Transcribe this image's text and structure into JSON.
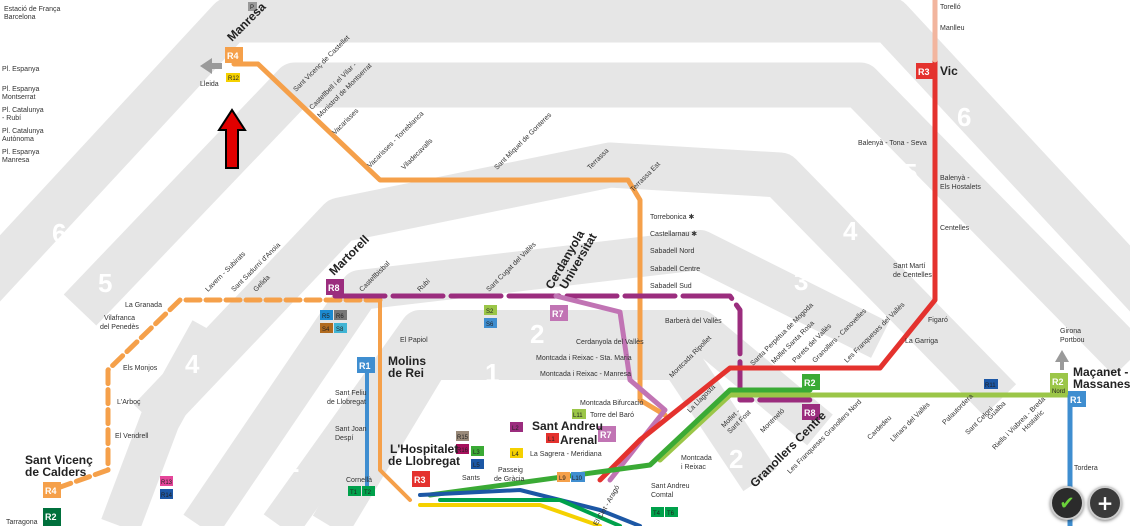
{
  "zones": [
    "6",
    "5",
    "4",
    "3a",
    "3",
    "2",
    "1",
    "4",
    "5",
    "6",
    "4",
    "5",
    "6",
    "3",
    "2",
    "4",
    "3",
    "2"
  ],
  "stations": {
    "manresa": "Manresa",
    "lleida": "Lleida",
    "vic": "Vic",
    "torello": "Torelló",
    "manlleu": "Manlleu",
    "balenya_tona": "Balenyà - Tona - Seva",
    "balenya_host": "Balenyà -",
    "els_hostalets": "Els Hostalets",
    "centelles": "Centelles",
    "sant_marti": "Sant Martí",
    "de_centelles": "de Centelles",
    "figaro": "Figaró",
    "garriga": "La Garriga",
    "sant_vicenc_castellet": "Sant Vicenç de Castellet",
    "castellbell": "Castellbell i el Vilar -",
    "monistrol": "Monistrol de Montserrat",
    "vacarisses": "Vacarisses",
    "vacarisses_torre": "Vacarisses - Torreblanca",
    "viladecavalls": "Viladecavalls",
    "sant_miquel": "Sant Miquel de Gonteres",
    "terrassa": "Terrassa",
    "terrassa_est": "Terrassa Est",
    "torrebonica": "Torrebonica ✱",
    "castellarnau": "Castellarnau ✱",
    "sabadell_nord": "Sabadell Nord",
    "sabadell_centre": "Sabadell Centre",
    "sabadell_sud": "Sabadell Sud",
    "barbera": "Barberà del Vallès",
    "cerdanyola_valles": "Cerdanyola del Vallès",
    "montcada_reixac": "Montcada i Reixac - Sta. Maria",
    "montcada_manresa": "Montcada i Reixac - Manresa",
    "montcada_ripollet": "Montcada Ripollet",
    "montcada_bif": "Montcada Bifurcació",
    "torre_baro": "Torre del Baró",
    "montcada": "Montcada",
    "i_reixac": "i Reixac",
    "sant_andreu": "Sant Andreu",
    "arenal": "Arenal",
    "sagrera": "La Sagrera - Meridiana",
    "sant_andreu_comtal": "Sant Andreu",
    "comtal": "Comtal",
    "la_llagosta": "La Llagosta",
    "mollet_fost": "Mollet -",
    "sant_fost": "Sant Fost",
    "montmelo": "Montmeló",
    "granollers_centre": "Granollers Centre",
    "les_franqueses_gn": "Les Franqueses Granollers Nord",
    "cardedeu": "Cardedeu",
    "llinars": "Llinars del Vallès",
    "palautordera": "Palautordera",
    "sant_celoni": "Sant Celoni",
    "gualba": "Gualba",
    "riells": "Riells i Viabrea - Breda",
    "hostalric": "Hostalric",
    "tordera": "Tordera",
    "macanet_1": "Maçanet -",
    "macanet_2": "Massanes",
    "girona": "Girona",
    "portbou": "Portbou",
    "sant_perpetua": "Santa Perpètua de Mogoda",
    "mollet_rosa": "Mollet Santa Rosa",
    "parets": "Parets del Vallès",
    "granollers_canovelles": "Granollers - Canovelles",
    "les_franqueses_v": "Les Franqueses del Vallès",
    "cerdanyola_uni_1": "Cerdanyola",
    "cerdanyola_uni_2": "Universitat",
    "sant_cugat": "Sant Cugat del Vallès",
    "rubi": "Rubí",
    "castellbisbal": "Castellbisbal",
    "martorell": "Martorell",
    "gelida": "Gelida",
    "sant_sadurni": "Sant Sadurní d'Anoia",
    "lavern": "Lavern - Subirats",
    "la_granada": "La Granada",
    "vilafranca_1": "Vilafranca",
    "vilafranca_2": "del Penedès",
    "els_monjos": "Els Monjos",
    "arboc": "L'Arboç",
    "el_vendrell": "El Vendrell",
    "sant_vicenc_calders_1": "Sant Vicenç",
    "sant_vicenc_calders_2": "de Calders",
    "tarragona": "Tarragona",
    "el_papiol": "El Papiol",
    "molins_1": "Molins",
    "molins_2": "de Rei",
    "sant_feliu_1": "Sant Feliu",
    "sant_feliu_2": "de Llobregat",
    "sant_joan_1": "Sant Joan",
    "sant_joan_2": "Despí",
    "cornella": "Cornellà",
    "hospitalet_1": "L'Hospitalet",
    "hospitalet_2": "de Llobregat",
    "sants": "Sants",
    "passeig_1": "Passeig",
    "passeig_2": "de Gràcia",
    "el_clot": "El Clot - Aragó",
    "estacio_franca_1": "Estació de França",
    "estacio_franca_2": "Barcelona",
    "pl_espanya_1": "Pl. Espanya",
    "pl_espanya_2": "Pl. Espanya",
    "montserrat": "Montserrat",
    "pl_catalunya_1": "Pl. Catalunya",
    "rubi_2": "- Rubí",
    "pl_catalunya_2": "Pl. Catalunya",
    "autonoma": "Autònoma",
    "pl_espanya_3": "Pl. Espanya",
    "manresa_2": "Manresa"
  },
  "badges": {
    "r12": "R12",
    "r4": "R4",
    "r3": "R3",
    "r8": "R8",
    "r2": "R2",
    "r2nord": "R2",
    "r2nord_sub": "Nord",
    "r1": "R1",
    "r11": "R11",
    "r7": "R7",
    "r5": "R5",
    "r6": "R6",
    "s4": "S4",
    "s8": "S8",
    "s2": "S2",
    "s6": "S6",
    "r13": "R13",
    "r14": "R14",
    "r15": "R15",
    "r16": "R16",
    "l1": "L1",
    "l2": "L2",
    "l3": "L3",
    "l4": "L4",
    "l5": "L5",
    "l9": "L9",
    "l10": "L10",
    "l11": "L11",
    "t1": "T1",
    "t2": "T2",
    "t4": "T4",
    "t6": "T6",
    "p": "P"
  },
  "colors": {
    "r4": "#f5a04a",
    "r3": "#e4322e",
    "r8": "#9b2d7e",
    "r2": "#3aaa35",
    "r2nord": "#9bc648",
    "r1": "#3f8ed0",
    "r7": "#c174b4",
    "r12": "#f5d100",
    "r11": "#1c57a5",
    "zone": "#ececec",
    "road": "#dcdcdc",
    "arrow": "#e10000"
  },
  "controls": {
    "check_icon": "✔",
    "plus_icon": "+"
  }
}
